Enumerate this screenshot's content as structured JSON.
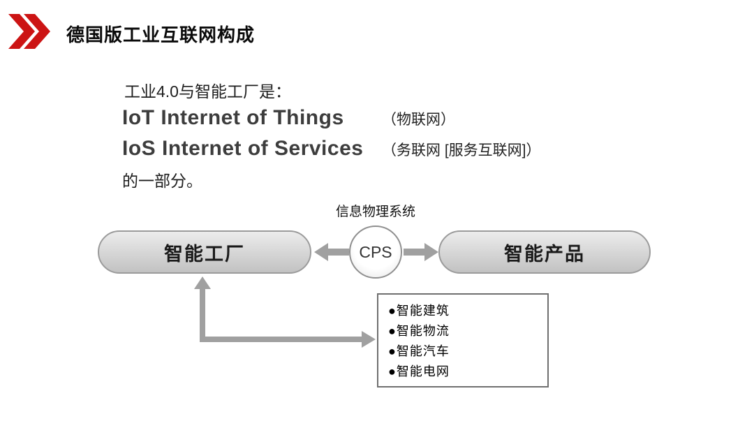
{
  "slide": {
    "title": "德国版工业互联网构成",
    "intro": {
      "line1": "工业4.0与智能工厂是：",
      "iot_en": "IoT Internet of Things",
      "iot_zh": "（物联网）",
      "ios_en": "IoS Internet of Services",
      "ios_zh": "（务联网 [服务互联网]）",
      "line2": "的一部分。"
    },
    "diagram": {
      "cps_caption": "信息物理系统",
      "cps": "CPS",
      "left_node": "智能工厂",
      "right_node": "智能产品",
      "detail_items": [
        "●智能建筑",
        "●智能物流",
        "●智能汽车",
        "●智能电网"
      ]
    },
    "colors": {
      "accent_red": "#cc1414",
      "arrow_gray": "#a0a0a0",
      "node_border": "#9b9b9b"
    }
  }
}
